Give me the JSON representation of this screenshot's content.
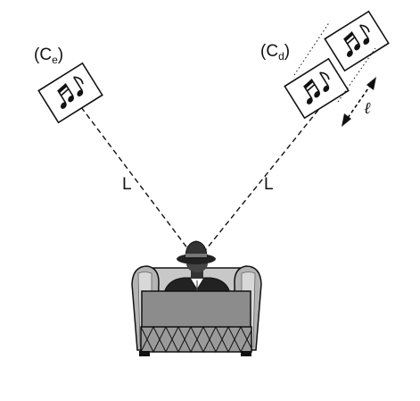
{
  "labels": {
    "left_speaker": {
      "main": "(C",
      "sub": "e",
      "close": ")"
    },
    "right_speaker": {
      "main": "(C",
      "sub": "d",
      "close": ")"
    },
    "left_distance": "L",
    "right_distance": "L",
    "offset": "ℓ"
  },
  "icons": {
    "speaker": "music-notes-icon",
    "listener": "person-in-armchair-icon",
    "offset_arrow": "double-arrow-icon"
  },
  "colors": {
    "ink": "#111111",
    "chair_fill": "#8c8c8c",
    "chair_light": "#c8c8c8"
  }
}
